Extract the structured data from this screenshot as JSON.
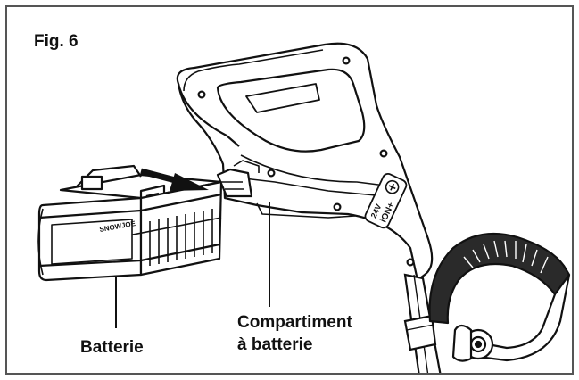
{
  "figure": {
    "title": "Fig. 6"
  },
  "labels": {
    "battery": "Batterie",
    "compartment_line1": "Compartiment",
    "compartment_line2": "à batterie"
  },
  "battery": {
    "brand": "SNOWJOE"
  },
  "handle_badge": {
    "line1": "24V",
    "line2": "iON+"
  },
  "colors": {
    "ink": "#111111",
    "frame": "#555555",
    "shade": "#cfcfcf",
    "grip": "#2a2a2a"
  }
}
